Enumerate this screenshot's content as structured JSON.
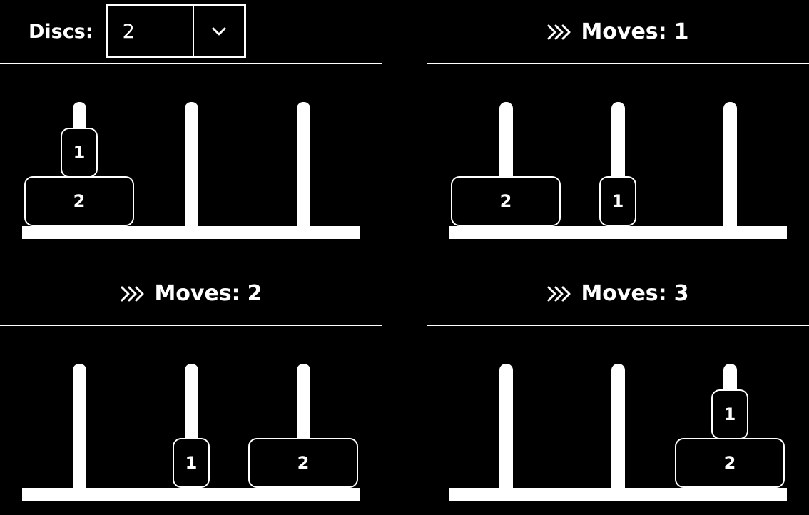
{
  "controls": {
    "discs_label": "Discs:",
    "discs_value": "2"
  },
  "icons": {
    "forward": "fast-forward-icon",
    "dropdown": "chevron-down-icon"
  },
  "colors": {
    "background": "#000000",
    "foreground": "#ffffff"
  },
  "panels": [
    {
      "moves_label": "",
      "moves_value": "",
      "pegs": [
        [
          "2",
          "1"
        ],
        [],
        []
      ]
    },
    {
      "moves_label": "Moves:",
      "moves_value": "1",
      "pegs": [
        [
          "2"
        ],
        [
          "1"
        ],
        []
      ]
    },
    {
      "moves_label": "Moves:",
      "moves_value": "2",
      "pegs": [
        [],
        [
          "1"
        ],
        [
          "2"
        ]
      ]
    },
    {
      "moves_label": "Moves:",
      "moves_value": "3",
      "pegs": [
        [],
        [],
        [
          "2",
          "1"
        ]
      ]
    }
  ]
}
